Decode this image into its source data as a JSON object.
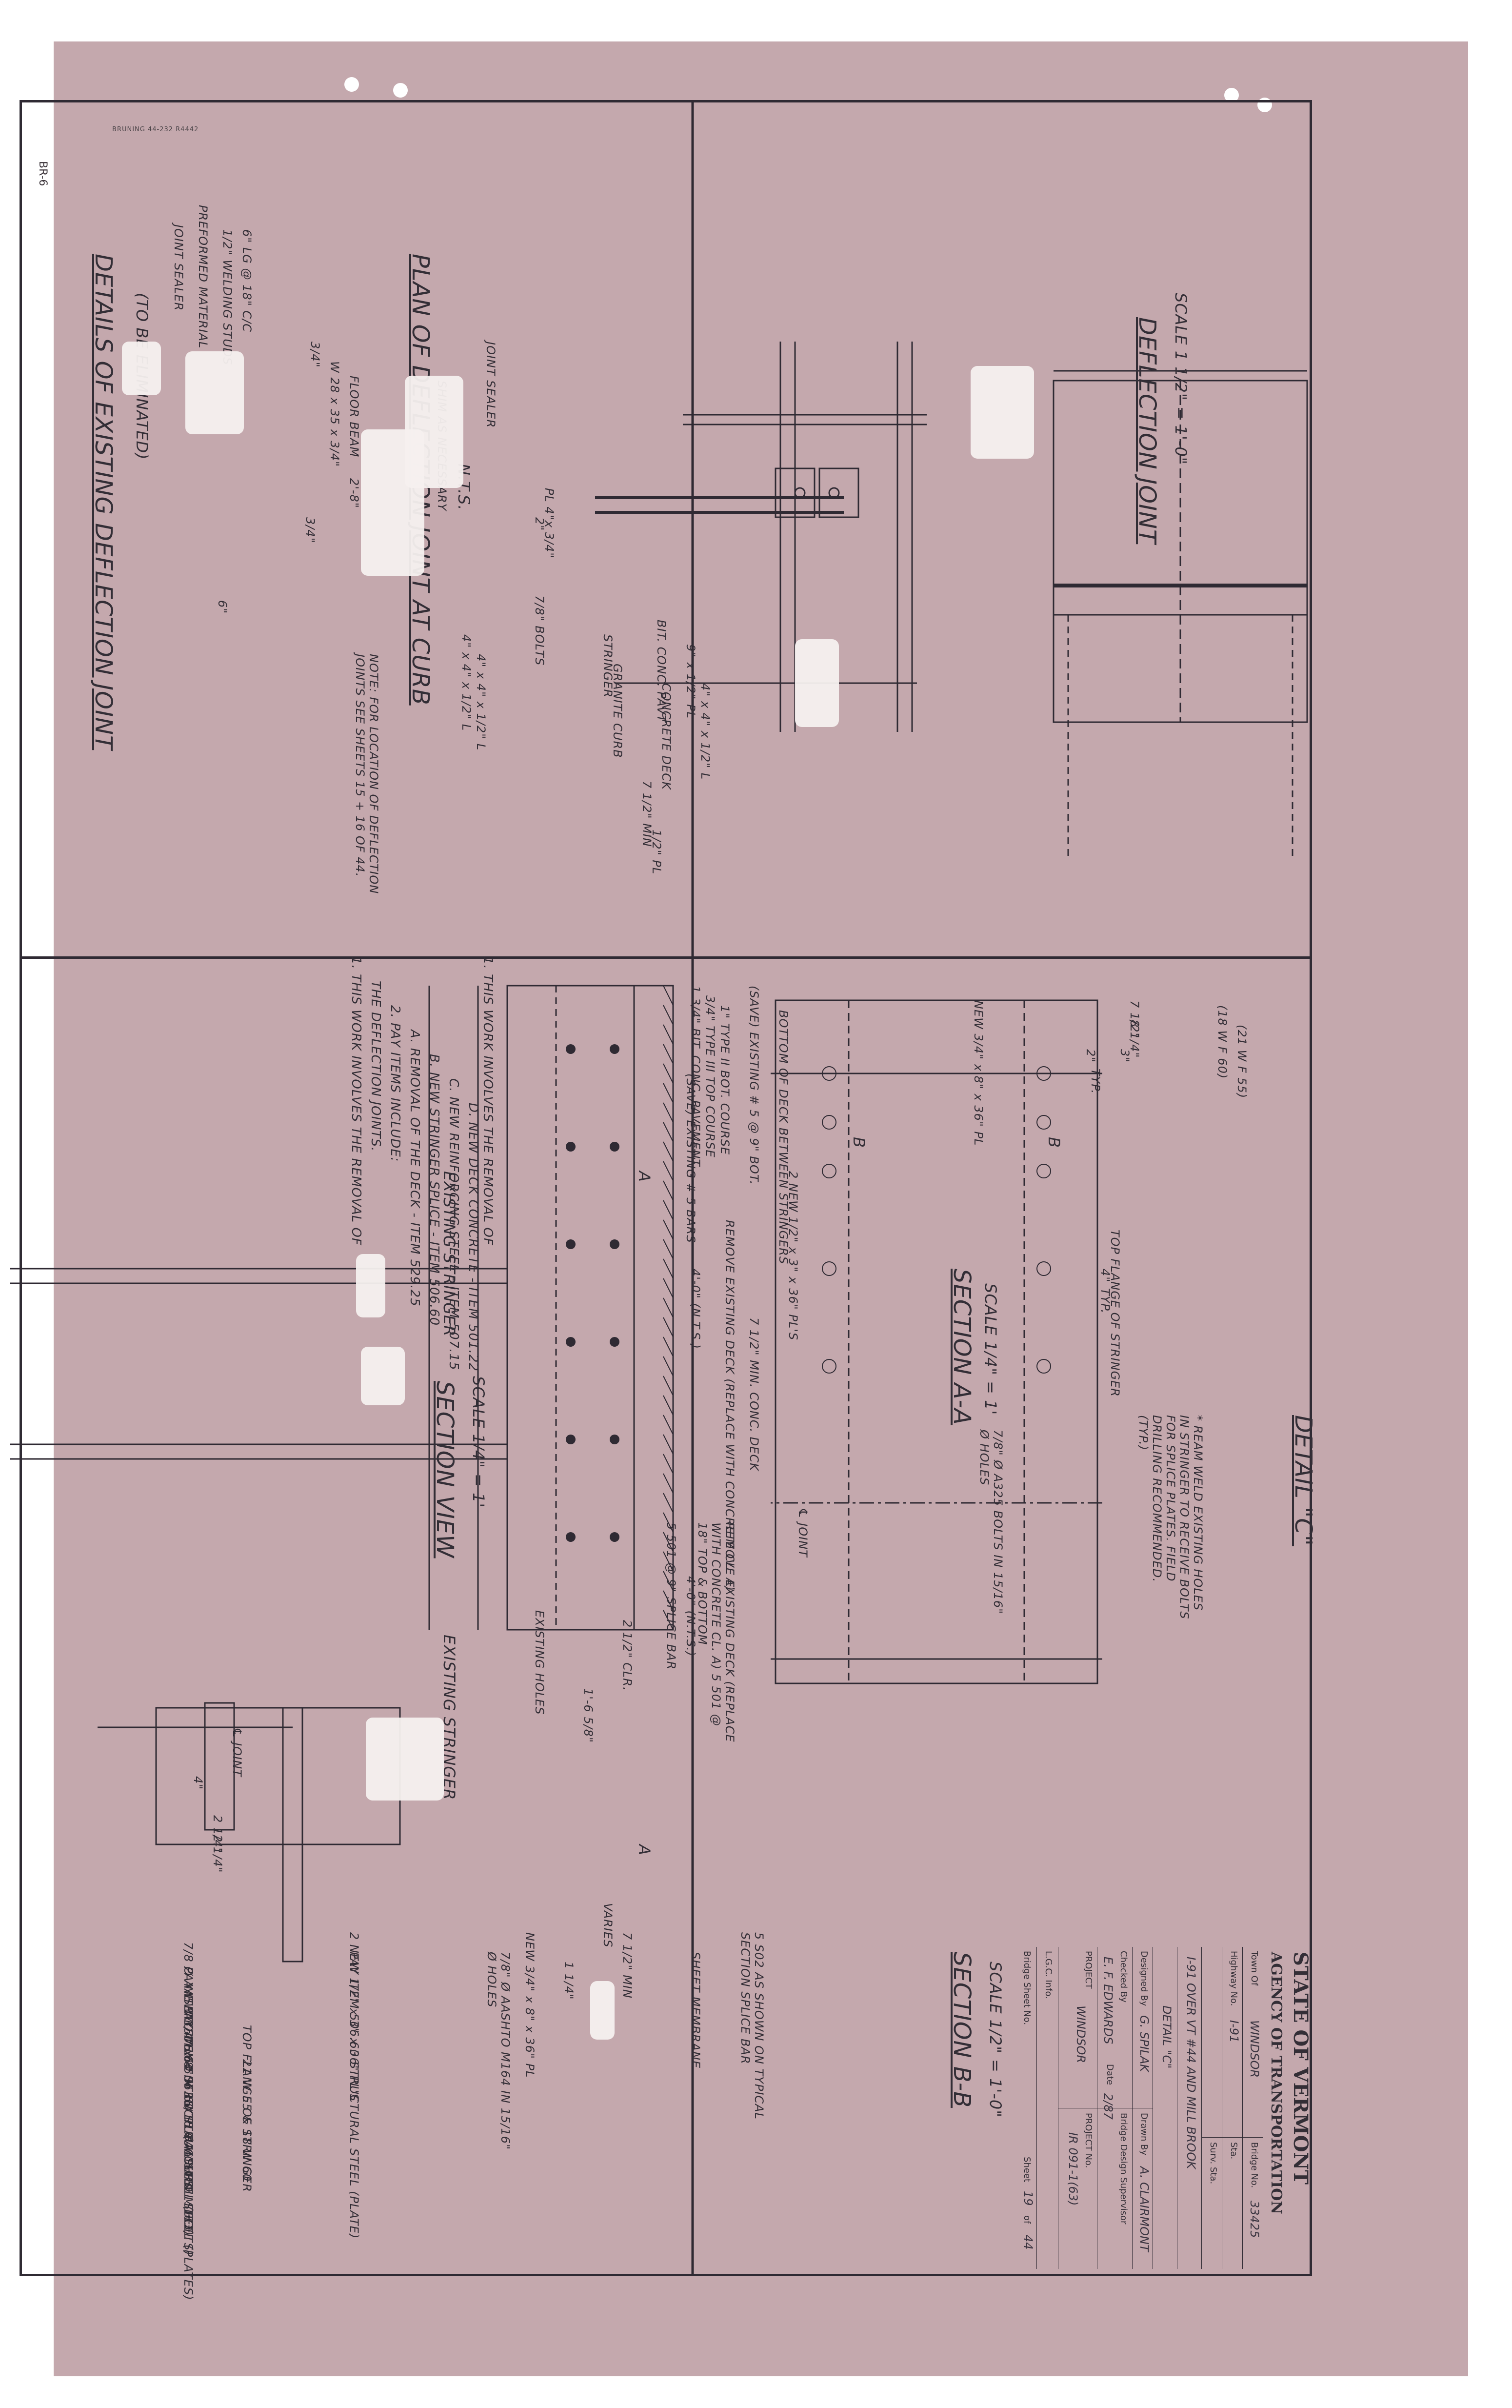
{
  "stamp": "BRUNING 44-232 R4442",
  "sheet_code": "BR-6",
  "upper_left": {
    "title": "DETAILS OF EXISTING DEFLECTION JOINT",
    "subtitle": "(TO BE ELIMINATED)",
    "plan_title": "PLAN OF DEFLECTION JOINT AT CURB",
    "plan_scale": "N.T.S.",
    "section_title": "DEFLECTION JOINT",
    "section_scale": "SCALE 1 1/2\" = 1'-0\"",
    "labels": {
      "joint_sealer": "JOINT SEALER",
      "preformed": "PREFORMED MATERIAL",
      "granite_curb": "GRANITE CURB",
      "dim_2_8": "2'-8\"",
      "dim_3_4": "3/4\"",
      "dim_6": "6\"",
      "dim_34b": "3/4\"",
      "angle1": "4\" x 4\" x 1/2\" L",
      "angle2": "4\" x 4\" x 1/2\" L",
      "plate_half": "1/2\" PL",
      "welding_studs": "1/2\" WELDING STUDS",
      "studs_spacing": "6\" LG @ 18\" C/C",
      "joint_sealer2": "JOINT SEALER",
      "plate": "PL 4\"x 3/4\"",
      "bit_conc": "BIT. CONC. PAVT",
      "plate2": "9\" x 1/2\" PL",
      "concrete_deck": "CONCRETE DECK",
      "angle3": "4\" x 4\" x 1/2\" L",
      "min_7": "7 1/2\" MIN",
      "shim": "SHIM AS NECESSARY",
      "bolts": "7/8\" BOLTS",
      "stringer": "STRINGER",
      "floor_beam": "W 28 x 35 x 3/4\"",
      "floor_beam2": "FLOOR BEAM",
      "dim_2": "2\"",
      "note": "NOTE: FOR LOCATION OF DEFLECTION JOINTS SEE SHEETS 15 + 16 OF 44."
    }
  },
  "lower_left": {
    "title": "SECTION VIEW",
    "scale": "SCALE 1/4\" = 1'",
    "existing_stringer_left": "EXISTING STRINGER",
    "existing_stringer_right": "EXISTING STRINGER",
    "labels": {
      "save_existing": "(SAVE) EXISTING # 5 BARS",
      "remove_deck": "REMOVE EXISTING DECK (REPLACE WITH CONCRETE CL. A)",
      "dim_4_0": "4'-0\" (N.T.S.)",
      "bit_conc_pav": "1 3/4\" BIT. CONC. PAVEMENT",
      "type_iii": "3/4\" TYPE III TOP COURSE",
      "type_ii": "1\" TYPE II BOT. COURSE",
      "save2": "(SAVE) EXISTING # 5 @ 9\" BOT.",
      "bottom_deck": "BOTTOM OF DECK BETWEEN STRINGERS",
      "min_conc": "7 1/2\" MIN. CONC. DECK",
      "cl_joint": "℄ JOINT",
      "new_plates": "2 NEW 1/2\" x 3\" x 36\" PL'S",
      "remove_deck2": "REMOVE EXISTING DECK (REPLACE WITH CONCRETE CL. A) 5 501 @ 18\" TOP & BOTTOM",
      "dim_4_0b": "4'-0\" (N.T.S.)",
      "splice_bars": "5 501 @ 9\" SPLICE BAR",
      "clr": "2 1/2\" CLR.",
      "dim_165": "1'-6 5/8\"",
      "existing_holes": "EXISTING HOLES",
      "sheet_membrane": "SHEET MEMBRANE",
      "s502": "5 S02 AS SHOWN ON TYPICAL SECTION SPLICE BAR",
      "min2": "7 1/2\" MIN",
      "varies": "VARIES",
      "dim_114": "1 1/4\"",
      "new_plate": "NEW 3/4\" x 8\" x 36\" PL",
      "bolts_holes": "7/8\" Ø AASHTO M164 IN 15/16\" Ø HOLES",
      "sec_a": "A",
      "sec_a2": "A"
    },
    "notes": [
      "1. THIS WORK INVOLVES THE REMOVAL OF",
      "   THE DEFLECTION JOINTS.",
      "2. PAY ITEMS INCLUDE:",
      "   A. REMOVAL OF THE DECK - ITEM 529.25",
      "   B. NEW STRINGER SPLICE - ITEM 506.60",
      "   C. NEW REINFORCING STEEL - ITEM 507.15",
      "   D. NEW DECK CONCRETE - ITEM 501.22"
    ]
  },
  "upper_right": {
    "title": "DETAIL \"C\"",
    "section_aa": "SECTION A-A",
    "section_aa_scale": "SCALE 1/4\" = 1'",
    "labels": {
      "w18": "(18 W F 60)",
      "w21": "(21 W F 55)",
      "dim_712": "7 1/2\"",
      "dim_814": "8 1/4\"",
      "dim_2": "2\"",
      "dim_3": "3\"",
      "typ": "TYP.",
      "top_flange": "TOP FLANGE OF STRINGER",
      "dim_4": "4\"",
      "typ2": "TYP.",
      "ream_note": "* REAM WELD EXISTING HOLES IN STRINGER TO RECEIVE BOLTS FOR SPLICE PLATES. FIELD DRILLING RECOMMENDED. (TYP.)",
      "bolts_a325": "7/8\" Ø A325 BOLTS IN 15/16\" Ø HOLES",
      "new_plate_left": "NEW 3/4\" x 8\" x 36\" PL",
      "b_left": "B",
      "b_right": "B"
    }
  },
  "lower_right": {
    "section_bb": "SECTION B-B",
    "section_bb_scale": "SCALE 1/2\" = 1'-0\"",
    "labels": {
      "cl_joint": "℄ JOINT",
      "dim_4": "4\"",
      "dim_214": "2 1/4\"",
      "dim_214b": "2 1/4\"",
      "bolts_m164": "7/8 Ø AASHTO M164 IN 15/16 Ø HOLES",
      "pay_item1": "PAY ITEM 506.60 STRUCTURAL STEEL (BOLTS)",
      "new_plate": "NEW 3/4\" x 8\" x 36\" PL (AASHTO M183)",
      "pay_item2": "PAY ITEM 506.60 STRUCTURAL STEEL (PLATES)",
      "top_flange": "TOP FLANGE OF STRINGER",
      "stringer_size": "21 W 55 & 18 W 60",
      "new_plates": "2 NEW 1/2\" x 3\" x 36\" PL'S",
      "pay_item3": "PAY ITEM 506.60 STRUCTURAL STEEL (PLATE)"
    }
  },
  "title_block": {
    "state": "STATE OF VERMONT",
    "agency": "AGENCY OF TRANSPORTATION",
    "town_label": "Town Of",
    "town": "WINDSOR",
    "bridge_no_label": "Bridge No.",
    "bridge_no": "33425",
    "highway_label": "Highway No.",
    "highway": "I-91",
    "sta_label": "Sta.",
    "surv_sta_label": "Surv. Sta.",
    "desc1": "I-91 OVER VT #44 AND MILL BROOK",
    "desc2": "DETAIL \"C\"",
    "designed_label": "Designed By",
    "designed": "G. SPILAK",
    "drawn_label": "Drawn By",
    "drawn": "A. CLAIRMONT",
    "checked_label": "Checked By",
    "checked": "E. F. EDWARDS",
    "supervisor_label": "Bridge Design Supervisor",
    "date_label": "Date",
    "date": "2/87",
    "project_label": "PROJECT",
    "project": "WINDSOR",
    "project_no_label": "PROJECT No.",
    "project_no": "IR 091-1(63)",
    "lgc_label": "L.G.C. Info.",
    "bridge_sheet_label": "Bridge Sheet No.",
    "sheet_label": "Sheet",
    "sheet": "19",
    "of_label": "of",
    "of": "44"
  }
}
